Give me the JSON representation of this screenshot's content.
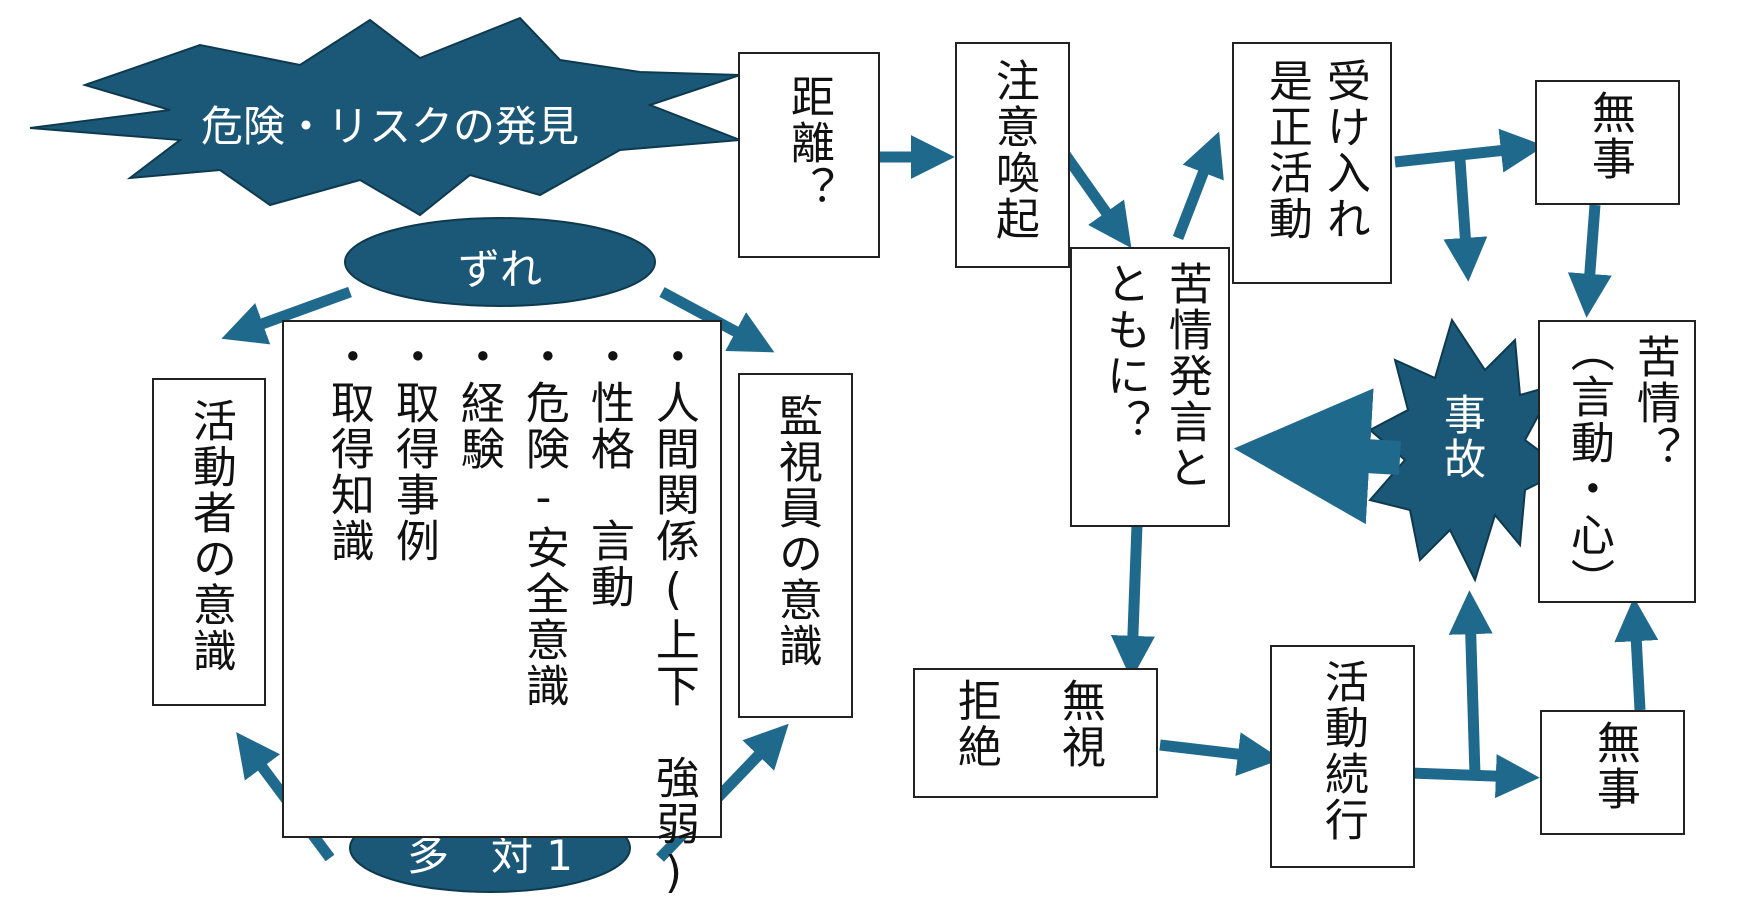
{
  "colors": {
    "shape_fill": "#1b5877",
    "arrow": "#1f6a8c",
    "border": "#222222"
  },
  "burst_top": {
    "label": "危険・リスクの発見"
  },
  "ellipse_top": {
    "label": "ずれ"
  },
  "ellipse_bottom": {
    "label": "多　対 1"
  },
  "burst_accident": {
    "label": "事故"
  },
  "boxes": {
    "distance": "距離？",
    "warning": "注意喚起",
    "accept": [
      "受け入れ",
      "是正活動"
    ],
    "complaint_together": [
      "苦情発言と",
      "ともに？"
    ],
    "safe_top": "無事",
    "complaint_mind": [
      "苦情？",
      "（言動・心）"
    ],
    "reject": {
      "left": "拒絶",
      "right": "無視"
    },
    "continue": "活動続行",
    "safe_bottom": "無事",
    "actor": "活動者の意識",
    "monitor": "監視員の意識"
  },
  "factors": [
    "・人間関係(上下　強弱)",
    "・性格　言動",
    "・危険‐安全意識",
    "・経験",
    "・取得事例",
    "・取得知識"
  ]
}
